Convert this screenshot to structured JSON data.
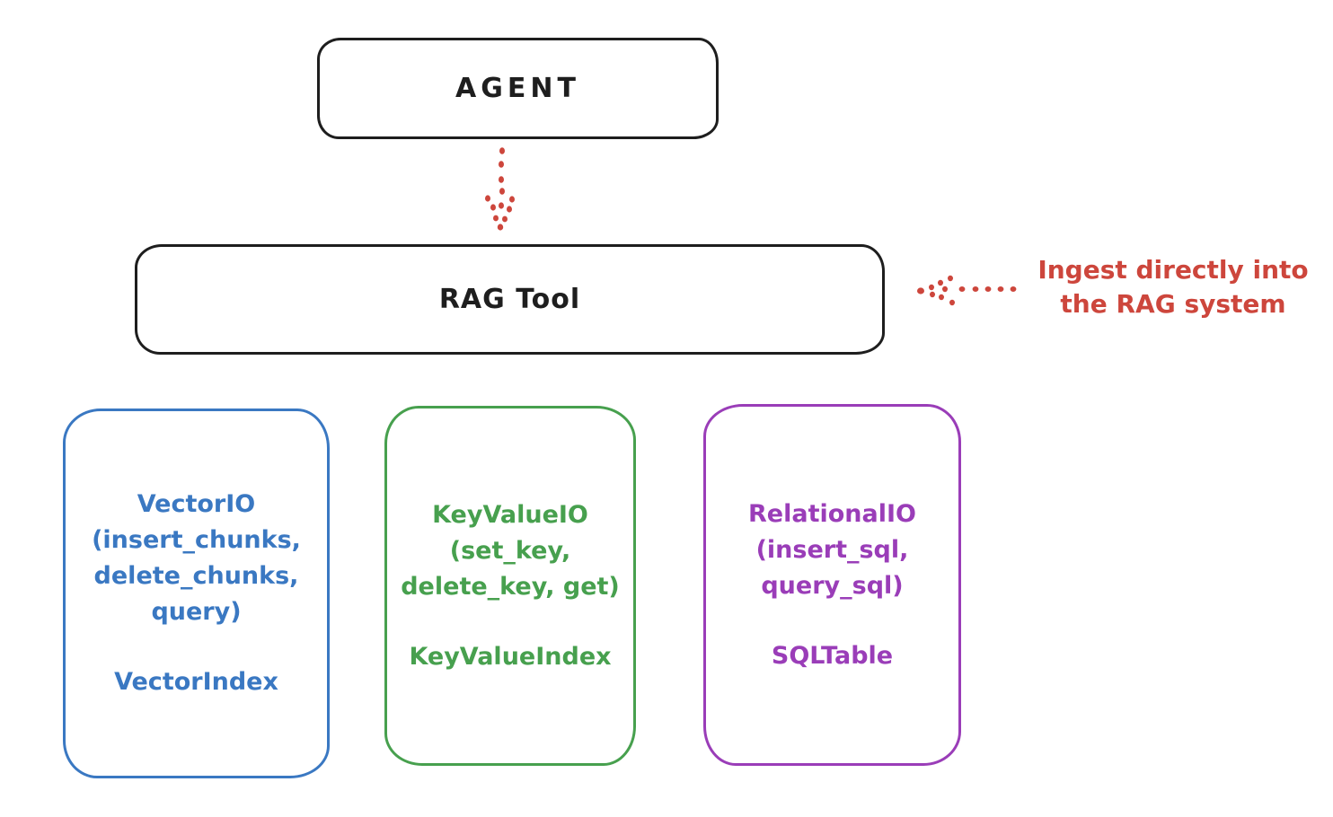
{
  "agent": {
    "label": "AGENT"
  },
  "rag_tool": {
    "label": "RAG Tool"
  },
  "annotation": {
    "line1": "Ingest directly into",
    "line2": "the RAG system"
  },
  "vector_io": {
    "line1": "VectorIO",
    "line2": "(insert_chunks,",
    "line3": "delete_chunks,",
    "line4": "query)",
    "index": "VectorIndex"
  },
  "key_value_io": {
    "line1": "KeyValueIO",
    "line2": "(set_key,",
    "line3": "delete_key, get)",
    "index": "KeyValueIndex"
  },
  "relational_io": {
    "line1": "RelationalIO",
    "line2": "(insert_sql,",
    "line3": "query_sql)",
    "index": "SQLTable"
  },
  "icons": {
    "agent_to_ragtool": "dotted-arrow-down",
    "annotation_to_ragtool": "dotted-arrow-left"
  },
  "colors": {
    "stroke_black": "#1e1e1e",
    "accent_red": "#cd463c",
    "vector_blue": "#3a78c2",
    "keyvalue_green": "#47a04e",
    "relational_purple": "#9a3db8",
    "background": "#ffffff"
  }
}
